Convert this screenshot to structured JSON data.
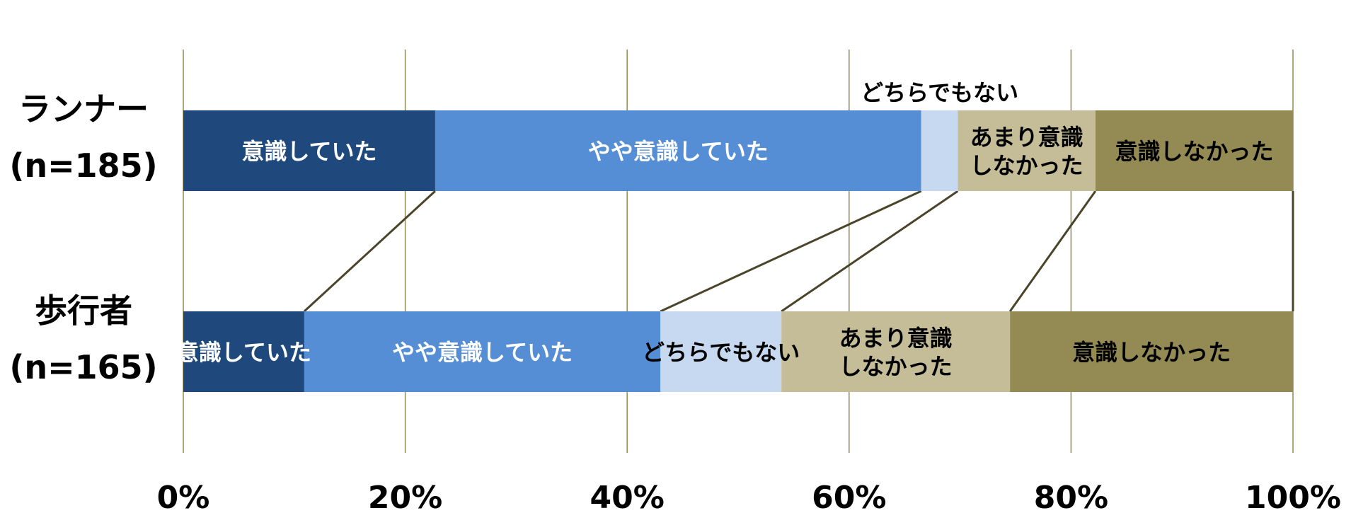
{
  "chart_data": {
    "type": "bar",
    "orientation": "horizontal",
    "stacked": true,
    "normalized": true,
    "xlim": [
      0,
      100
    ],
    "x_ticks": [
      "0%",
      "20%",
      "40%",
      "60%",
      "80%",
      "100%"
    ],
    "grid": true,
    "legend": "none",
    "categories": [
      {
        "name": "ランナー",
        "n": "(n=185)"
      },
      {
        "name": "歩行者",
        "n": "(n=165)"
      }
    ],
    "series": [
      {
        "name": "意識していた",
        "label_lines": [
          "意識していた"
        ],
        "color": "#1f497d",
        "text_color": "#ffffff",
        "values": [
          22.7,
          10.9
        ]
      },
      {
        "name": "やや意識していた",
        "label_lines": [
          "やや意識していた"
        ],
        "color": "#558ed5",
        "text_color": "#ffffff",
        "values": [
          43.8,
          32.1
        ]
      },
      {
        "name": "どちらでもない",
        "label_lines": [
          "どちらでもない"
        ],
        "color": "#c6d9f1",
        "text_color": "#000000",
        "values": [
          3.3,
          10.9
        ]
      },
      {
        "name": "あまり意識しなかった",
        "label_lines": [
          "あまり意識",
          "しなかった"
        ],
        "color": "#c4bd97",
        "text_color": "#000000",
        "values": [
          12.4,
          20.6
        ]
      },
      {
        "name": "意識しなかった",
        "label_lines": [
          "意識しなかった"
        ],
        "color": "#948a54",
        "text_color": "#000000",
        "values": [
          17.8,
          25.5
        ]
      }
    ],
    "colors": {
      "grid": "#948a54",
      "connector": "#4a452a"
    }
  }
}
